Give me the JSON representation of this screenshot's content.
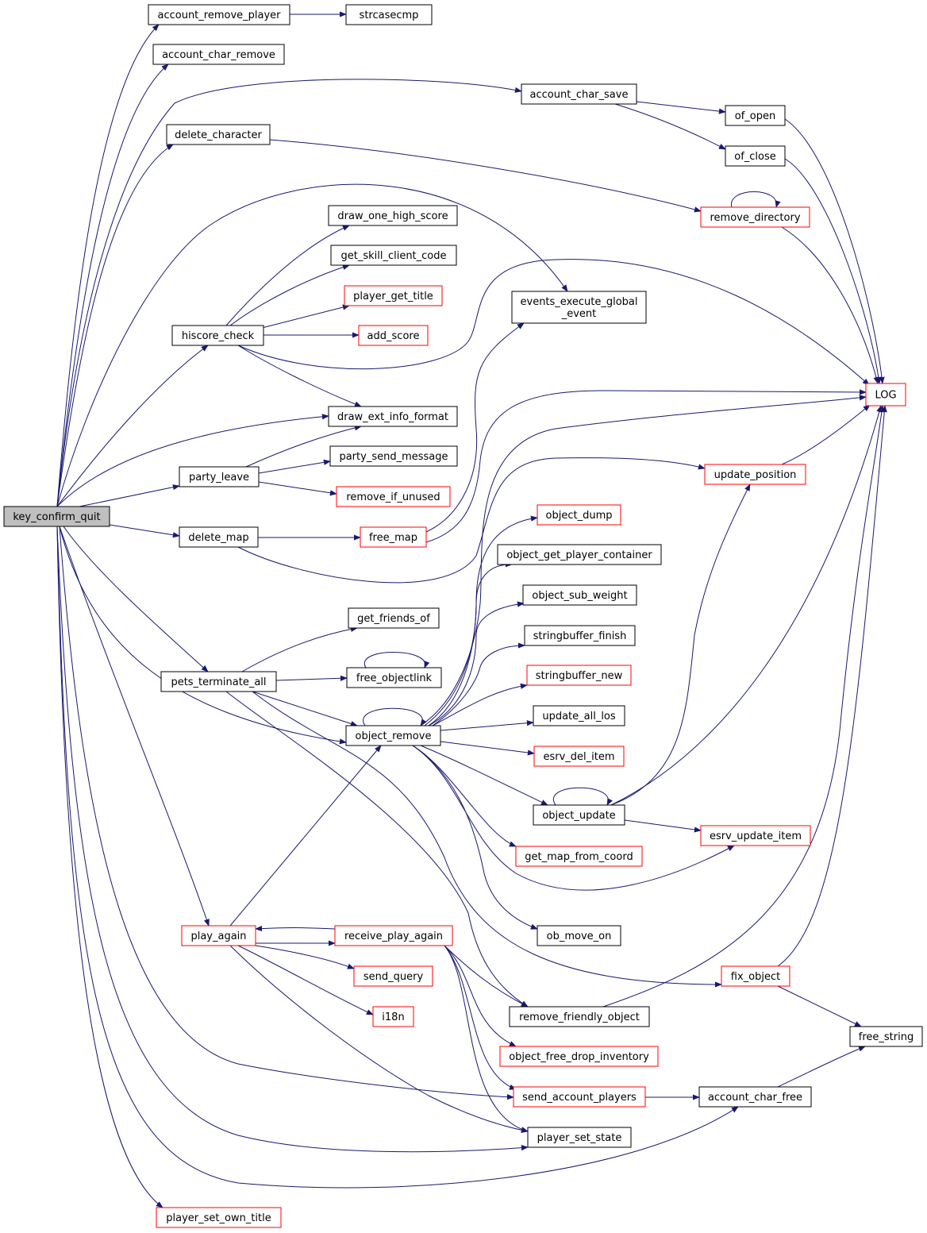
{
  "graph": {
    "colors": {
      "edge": "#191970",
      "normal_border": "#000000",
      "incomplete_border": "#ff0000",
      "root_fill": "#bfbfbf"
    },
    "nodes": {
      "key_confirm_quit": {
        "lines": [
          "key_confirm_quit"
        ],
        "border": "black",
        "root": true
      },
      "account_remove_player": {
        "lines": [
          "account_remove_player"
        ],
        "border": "black"
      },
      "strcasecmp": {
        "lines": [
          "strcasecmp"
        ],
        "border": "black"
      },
      "account_char_remove": {
        "lines": [
          "account_char_remove"
        ],
        "border": "black"
      },
      "account_char_save": {
        "lines": [
          "account_char_save"
        ],
        "border": "black"
      },
      "of_open": {
        "lines": [
          "of_open"
        ],
        "border": "black"
      },
      "of_close": {
        "lines": [
          "of_close"
        ],
        "border": "black"
      },
      "delete_character": {
        "lines": [
          "delete_character"
        ],
        "border": "black"
      },
      "remove_directory": {
        "lines": [
          "remove_directory"
        ],
        "border": "red"
      },
      "draw_one_high_score": {
        "lines": [
          "draw_one_high_score"
        ],
        "border": "black"
      },
      "get_skill_client_code": {
        "lines": [
          "get_skill_client_code"
        ],
        "border": "black"
      },
      "player_get_title": {
        "lines": [
          "player_get_title"
        ],
        "border": "red"
      },
      "events_execute_global_event": {
        "lines": [
          "events_execute_global",
          "_event"
        ],
        "border": "black"
      },
      "hiscore_check": {
        "lines": [
          "hiscore_check"
        ],
        "border": "black"
      },
      "add_score": {
        "lines": [
          "add_score"
        ],
        "border": "red"
      },
      "LOG": {
        "lines": [
          "LOG"
        ],
        "border": "red"
      },
      "draw_ext_info_format": {
        "lines": [
          "draw_ext_info_format"
        ],
        "border": "black"
      },
      "party_send_message": {
        "lines": [
          "party_send_message"
        ],
        "border": "black"
      },
      "party_leave": {
        "lines": [
          "party_leave"
        ],
        "border": "black"
      },
      "update_position": {
        "lines": [
          "update_position"
        ],
        "border": "red"
      },
      "remove_if_unused": {
        "lines": [
          "remove_if_unused"
        ],
        "border": "red"
      },
      "object_dump": {
        "lines": [
          "object_dump"
        ],
        "border": "red"
      },
      "delete_map": {
        "lines": [
          "delete_map"
        ],
        "border": "black"
      },
      "free_map": {
        "lines": [
          "free_map"
        ],
        "border": "red"
      },
      "object_get_player_container": {
        "lines": [
          "object_get_player_container"
        ],
        "border": "black"
      },
      "object_sub_weight": {
        "lines": [
          "object_sub_weight"
        ],
        "border": "black"
      },
      "get_friends_of": {
        "lines": [
          "get_friends_of"
        ],
        "border": "black"
      },
      "stringbuffer_finish": {
        "lines": [
          "stringbuffer_finish"
        ],
        "border": "black"
      },
      "pets_terminate_all": {
        "lines": [
          "pets_terminate_all"
        ],
        "border": "black"
      },
      "free_objectlink": {
        "lines": [
          "free_objectlink"
        ],
        "border": "black"
      },
      "stringbuffer_new": {
        "lines": [
          "stringbuffer_new"
        ],
        "border": "red"
      },
      "update_all_los": {
        "lines": [
          "update_all_los"
        ],
        "border": "black"
      },
      "object_remove": {
        "lines": [
          "object_remove"
        ],
        "border": "black"
      },
      "esrv_del_item": {
        "lines": [
          "esrv_del_item"
        ],
        "border": "red"
      },
      "object_update": {
        "lines": [
          "object_update"
        ],
        "border": "black"
      },
      "esrv_update_item": {
        "lines": [
          "esrv_update_item"
        ],
        "border": "red"
      },
      "get_map_from_coord": {
        "lines": [
          "get_map_from_coord"
        ],
        "border": "red"
      },
      "ob_move_on": {
        "lines": [
          "ob_move_on"
        ],
        "border": "black"
      },
      "play_again": {
        "lines": [
          "play_again"
        ],
        "border": "red"
      },
      "receive_play_again": {
        "lines": [
          "receive_play_again"
        ],
        "border": "red"
      },
      "fix_object": {
        "lines": [
          "fix_object"
        ],
        "border": "red"
      },
      "send_query": {
        "lines": [
          "send_query"
        ],
        "border": "red"
      },
      "remove_friendly_object": {
        "lines": [
          "remove_friendly_object"
        ],
        "border": "black"
      },
      "i18n": {
        "lines": [
          "i18n"
        ],
        "border": "red"
      },
      "free_string": {
        "lines": [
          "free_string"
        ],
        "border": "black"
      },
      "object_free_drop_inventory": {
        "lines": [
          "object_free_drop_inventory"
        ],
        "border": "red"
      },
      "send_account_players": {
        "lines": [
          "send_account_players"
        ],
        "border": "red"
      },
      "account_char_free": {
        "lines": [
          "account_char_free"
        ],
        "border": "black"
      },
      "player_set_state": {
        "lines": [
          "player_set_state"
        ],
        "border": "black"
      },
      "player_set_own_title": {
        "lines": [
          "player_set_own_title"
        ],
        "border": "red"
      }
    },
    "edges": [
      [
        "key_confirm_quit",
        "account_remove_player"
      ],
      [
        "account_remove_player",
        "strcasecmp"
      ],
      [
        "key_confirm_quit",
        "account_char_remove"
      ],
      [
        "key_confirm_quit",
        "account_char_save"
      ],
      [
        "account_char_save",
        "of_open"
      ],
      [
        "account_char_save",
        "of_close"
      ],
      [
        "of_open",
        "LOG"
      ],
      [
        "of_close",
        "LOG"
      ],
      [
        "key_confirm_quit",
        "delete_character"
      ],
      [
        "delete_character",
        "remove_directory"
      ],
      [
        "remove_directory",
        "remove_directory"
      ],
      [
        "remove_directory",
        "LOG"
      ],
      [
        "key_confirm_quit",
        "events_execute_global_event"
      ],
      [
        "key_confirm_quit",
        "hiscore_check"
      ],
      [
        "hiscore_check",
        "draw_one_high_score"
      ],
      [
        "hiscore_check",
        "get_skill_client_code"
      ],
      [
        "hiscore_check",
        "player_get_title"
      ],
      [
        "hiscore_check",
        "add_score"
      ],
      [
        "hiscore_check",
        "LOG"
      ],
      [
        "hiscore_check",
        "draw_ext_info_format"
      ],
      [
        "key_confirm_quit",
        "draw_ext_info_format"
      ],
      [
        "key_confirm_quit",
        "party_leave"
      ],
      [
        "party_leave",
        "draw_ext_info_format"
      ],
      [
        "party_leave",
        "party_send_message"
      ],
      [
        "party_leave",
        "remove_if_unused"
      ],
      [
        "key_confirm_quit",
        "delete_map"
      ],
      [
        "delete_map",
        "free_map"
      ],
      [
        "delete_map",
        "update_position"
      ],
      [
        "free_map",
        "events_execute_global_event"
      ],
      [
        "free_map",
        "LOG"
      ],
      [
        "update_position",
        "LOG"
      ],
      [
        "key_confirm_quit",
        "pets_terminate_all"
      ],
      [
        "pets_terminate_all",
        "get_friends_of"
      ],
      [
        "pets_terminate_all",
        "free_objectlink"
      ],
      [
        "free_objectlink",
        "free_objectlink"
      ],
      [
        "pets_terminate_all",
        "object_remove"
      ],
      [
        "pets_terminate_all",
        "remove_friendly_object"
      ],
      [
        "pets_terminate_all",
        "fix_object"
      ],
      [
        "key_confirm_quit",
        "object_remove"
      ],
      [
        "object_remove",
        "object_remove"
      ],
      [
        "object_remove",
        "object_dump"
      ],
      [
        "object_remove",
        "object_get_player_container"
      ],
      [
        "object_remove",
        "object_sub_weight"
      ],
      [
        "object_remove",
        "stringbuffer_finish"
      ],
      [
        "object_remove",
        "stringbuffer_new"
      ],
      [
        "object_remove",
        "update_all_los"
      ],
      [
        "object_remove",
        "esrv_del_item"
      ],
      [
        "object_remove",
        "object_update"
      ],
      [
        "object_remove",
        "get_map_from_coord"
      ],
      [
        "object_remove",
        "esrv_update_item"
      ],
      [
        "object_remove",
        "ob_move_on"
      ],
      [
        "object_remove",
        "LOG"
      ],
      [
        "object_update",
        "object_update"
      ],
      [
        "object_update",
        "esrv_update_item"
      ],
      [
        "object_update",
        "update_position"
      ],
      [
        "object_update",
        "LOG"
      ],
      [
        "key_confirm_quit",
        "play_again"
      ],
      [
        "play_again",
        "object_remove"
      ],
      [
        "play_again",
        "receive_play_again"
      ],
      [
        "receive_play_again",
        "play_again"
      ],
      [
        "play_again",
        "send_query"
      ],
      [
        "play_again",
        "i18n"
      ],
      [
        "play_again",
        "player_set_state"
      ],
      [
        "receive_play_again",
        "remove_friendly_object"
      ],
      [
        "receive_play_again",
        "object_free_drop_inventory"
      ],
      [
        "receive_play_again",
        "send_account_players"
      ],
      [
        "receive_play_again",
        "player_set_state"
      ],
      [
        "remove_friendly_object",
        "LOG"
      ],
      [
        "fix_object",
        "LOG"
      ],
      [
        "fix_object",
        "free_string"
      ],
      [
        "send_account_players",
        "account_char_free"
      ],
      [
        "account_char_free",
        "free_string"
      ],
      [
        "key_confirm_quit",
        "send_account_players"
      ],
      [
        "key_confirm_quit",
        "player_set_state"
      ],
      [
        "key_confirm_quit",
        "account_char_free"
      ],
      [
        "key_confirm_quit",
        "player_set_own_title"
      ]
    ]
  }
}
